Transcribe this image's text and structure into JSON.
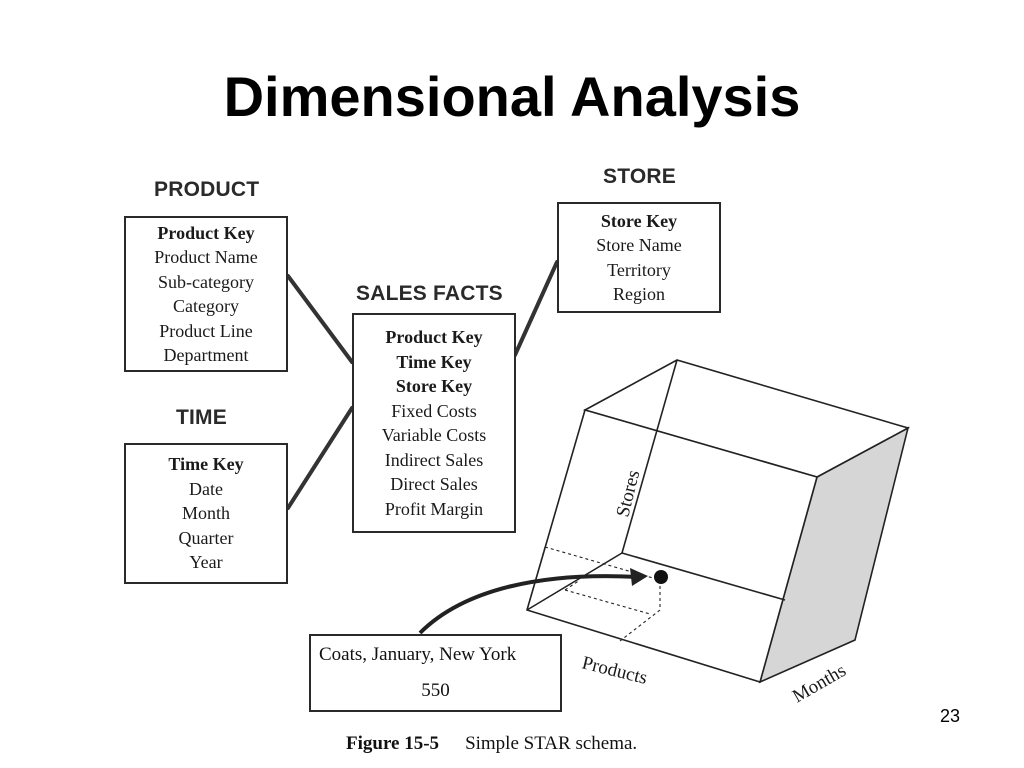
{
  "title": "Dimensional Analysis",
  "dimensions": {
    "product": {
      "label": "PRODUCT",
      "key": "Product Key",
      "attributes": [
        "Product Name",
        "Sub-category",
        "Category",
        "Product Line",
        "Department"
      ]
    },
    "time": {
      "label": "TIME",
      "key": "Time Key",
      "attributes": [
        "Date",
        "Month",
        "Quarter",
        "Year"
      ]
    },
    "store": {
      "label": "STORE",
      "key": "Store Key",
      "attributes": [
        "Store Name",
        "Territory",
        "Region"
      ]
    }
  },
  "fact": {
    "label": "SALES FACTS",
    "keys": [
      "Product Key",
      "Time Key",
      "Store Key"
    ],
    "measures": [
      "Fixed Costs",
      "Variable Costs",
      "Indirect Sales",
      "Direct Sales",
      "Profit Margin"
    ]
  },
  "cube": {
    "axis_stores": "Stores",
    "axis_products": "Products",
    "axis_months": "Months"
  },
  "callout": {
    "text": "Coats, January, New York",
    "value": "550"
  },
  "caption": {
    "figure": "Figure 15-5",
    "text": "Simple STAR schema."
  },
  "page_number": "23"
}
